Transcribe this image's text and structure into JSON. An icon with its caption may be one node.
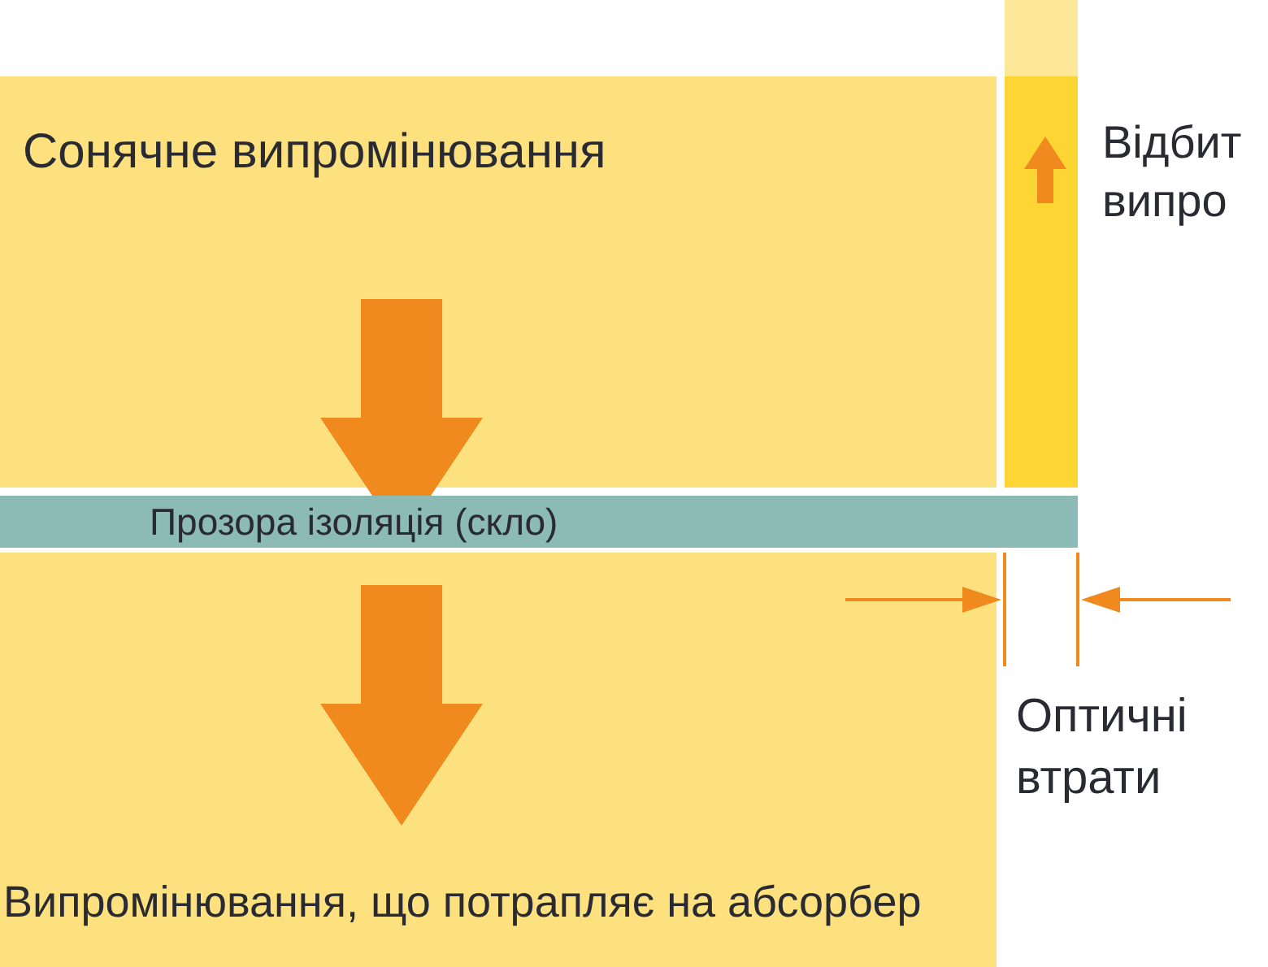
{
  "diagram": {
    "nodes": [
      {
        "text": [
          "Сонячне випромінювання"
        ]
      },
      {
        "text": [
          "Прозора ізоляція (скло)"
        ]
      },
      {
        "text": [
          "Випромінювання, що потрапляє на абсорбер"
        ]
      }
    ],
    "labels": [
      "Відбит випро",
      "Оптичні втрати"
    ]
  }
}
